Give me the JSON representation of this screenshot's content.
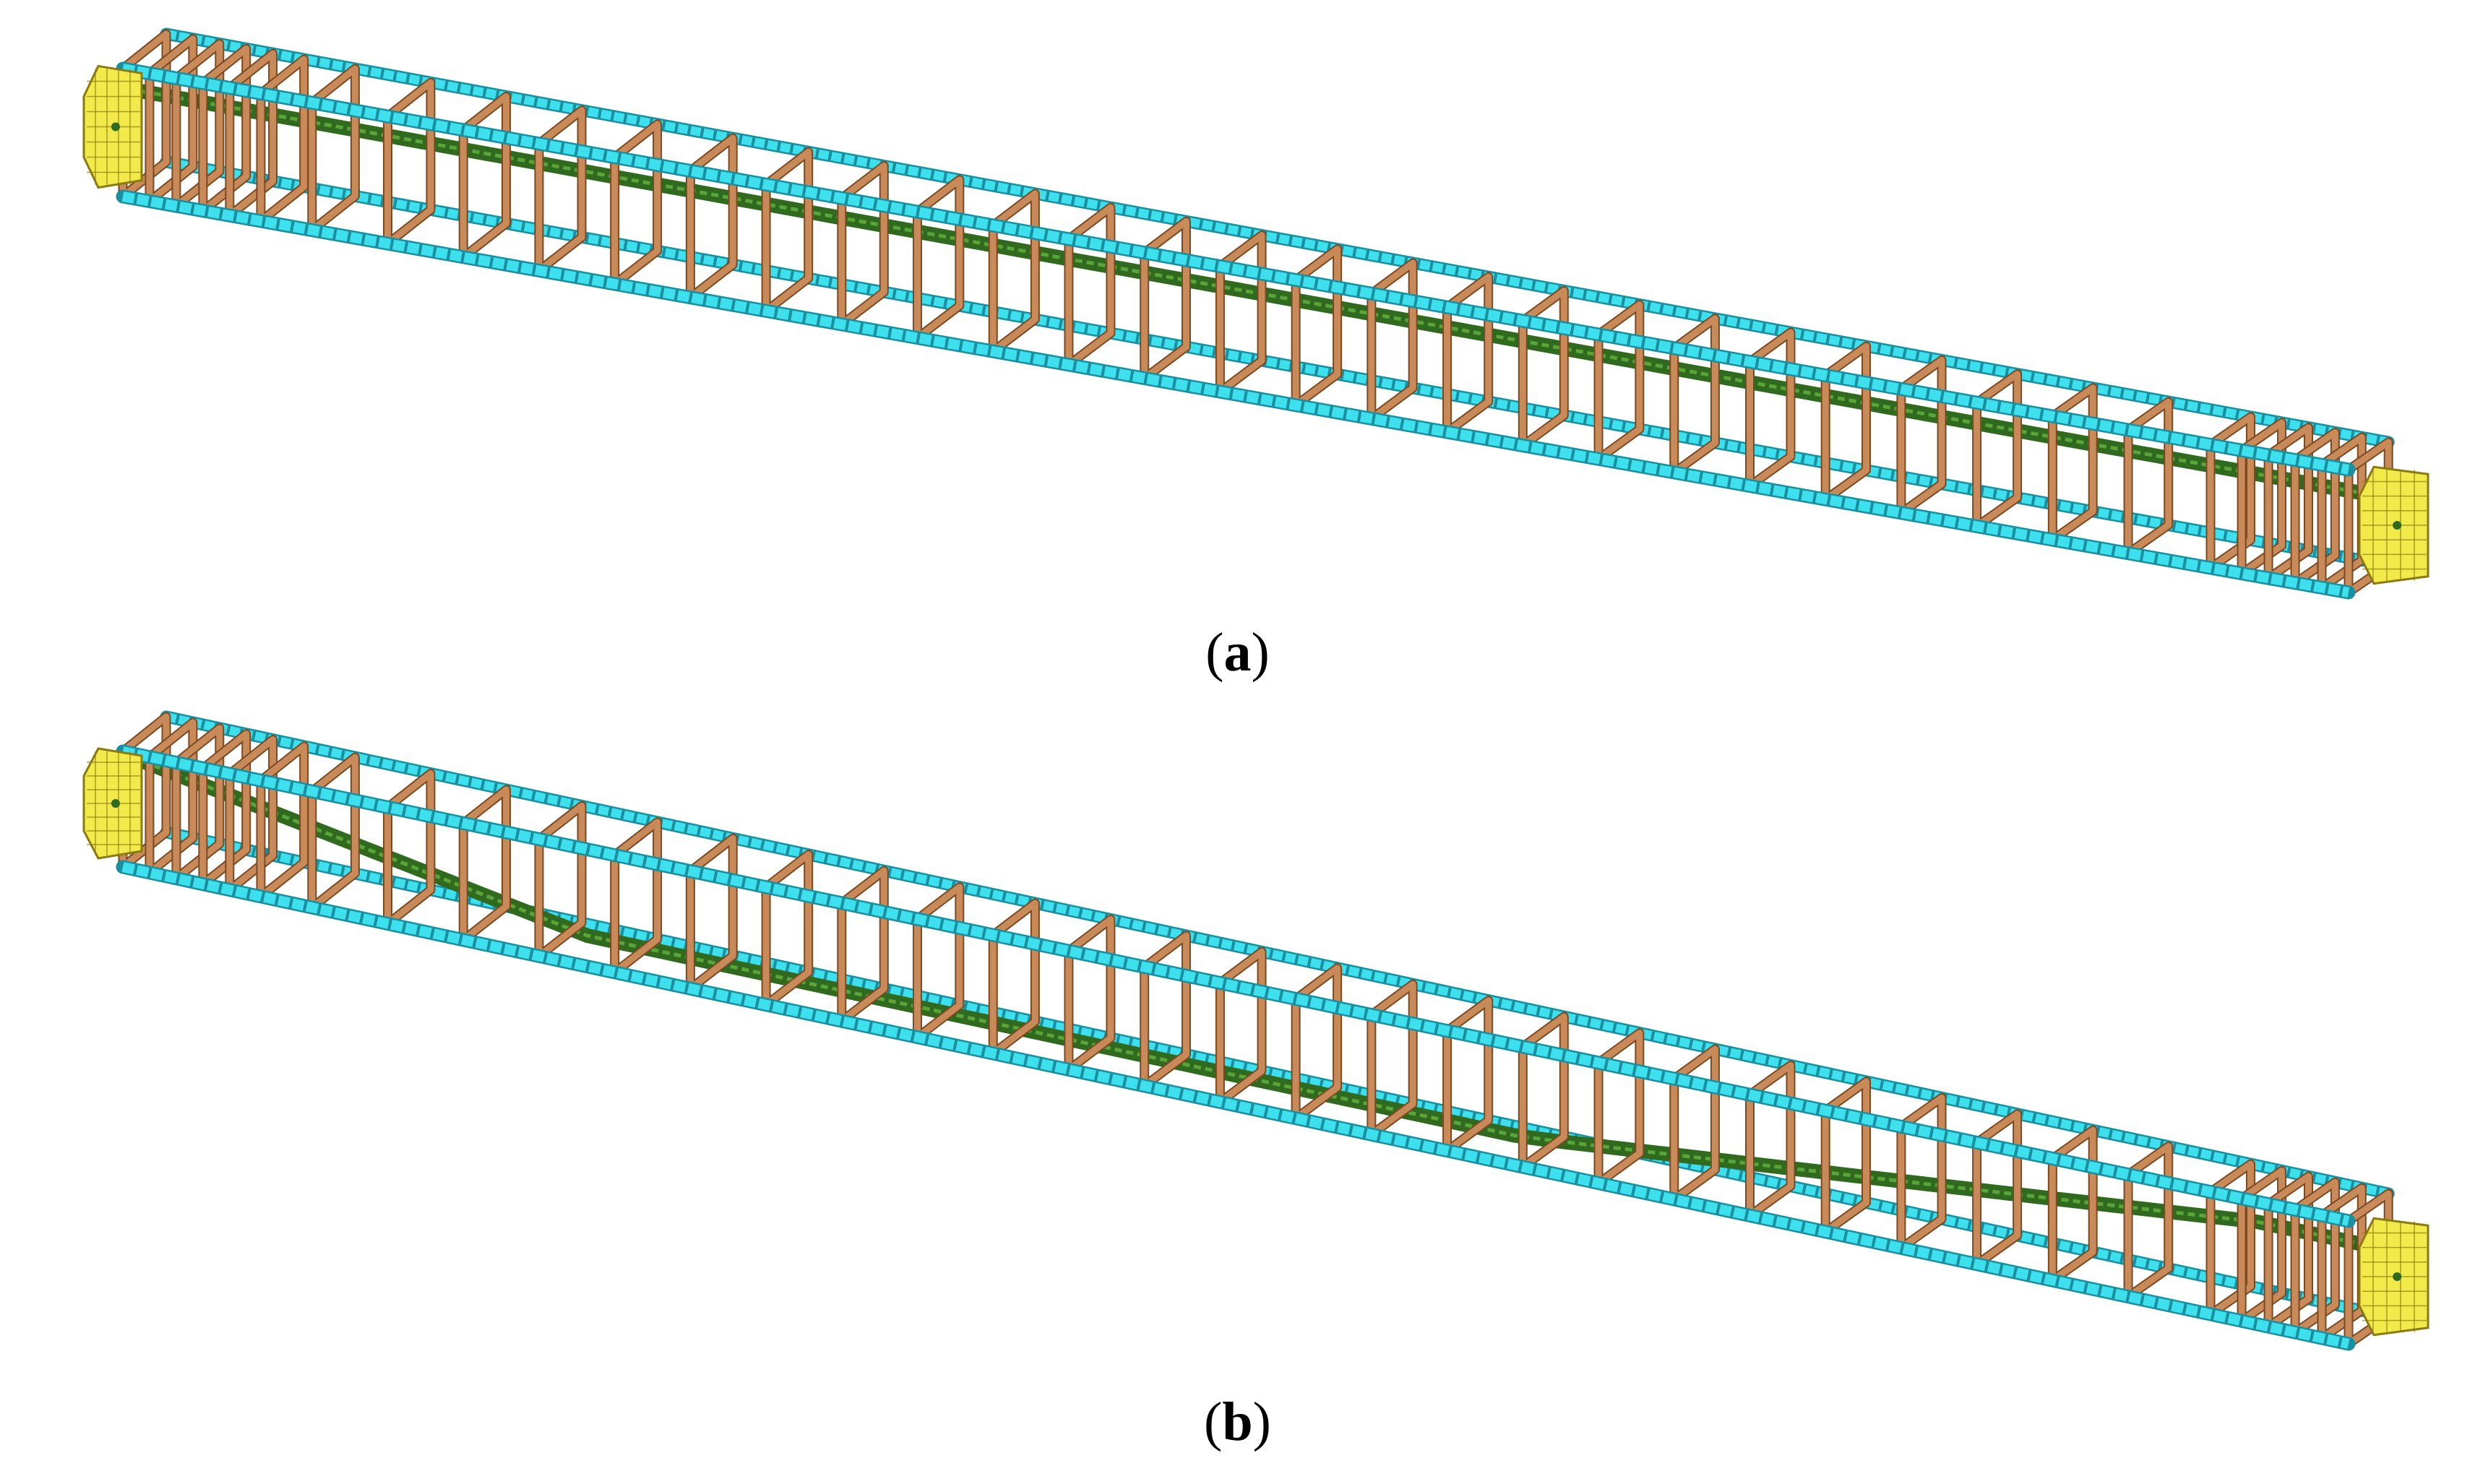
{
  "panels": [
    {
      "id": "a",
      "label": "a",
      "tendon": "straight"
    },
    {
      "id": "b",
      "label": "b",
      "tendon": "draped"
    }
  ],
  "colors": {
    "longitudinal_rebar": "#3ee0ee",
    "longitudinal_rebar_dark": "#1a8fa0",
    "stirrup": "#c98a5a",
    "stirrup_dark": "#7a4a22",
    "tendon": "#2f6a1e",
    "tendon_light": "#5aa53a",
    "anchor_plate": "#f2ea4a",
    "anchor_plate_dark": "#8a7a10"
  }
}
